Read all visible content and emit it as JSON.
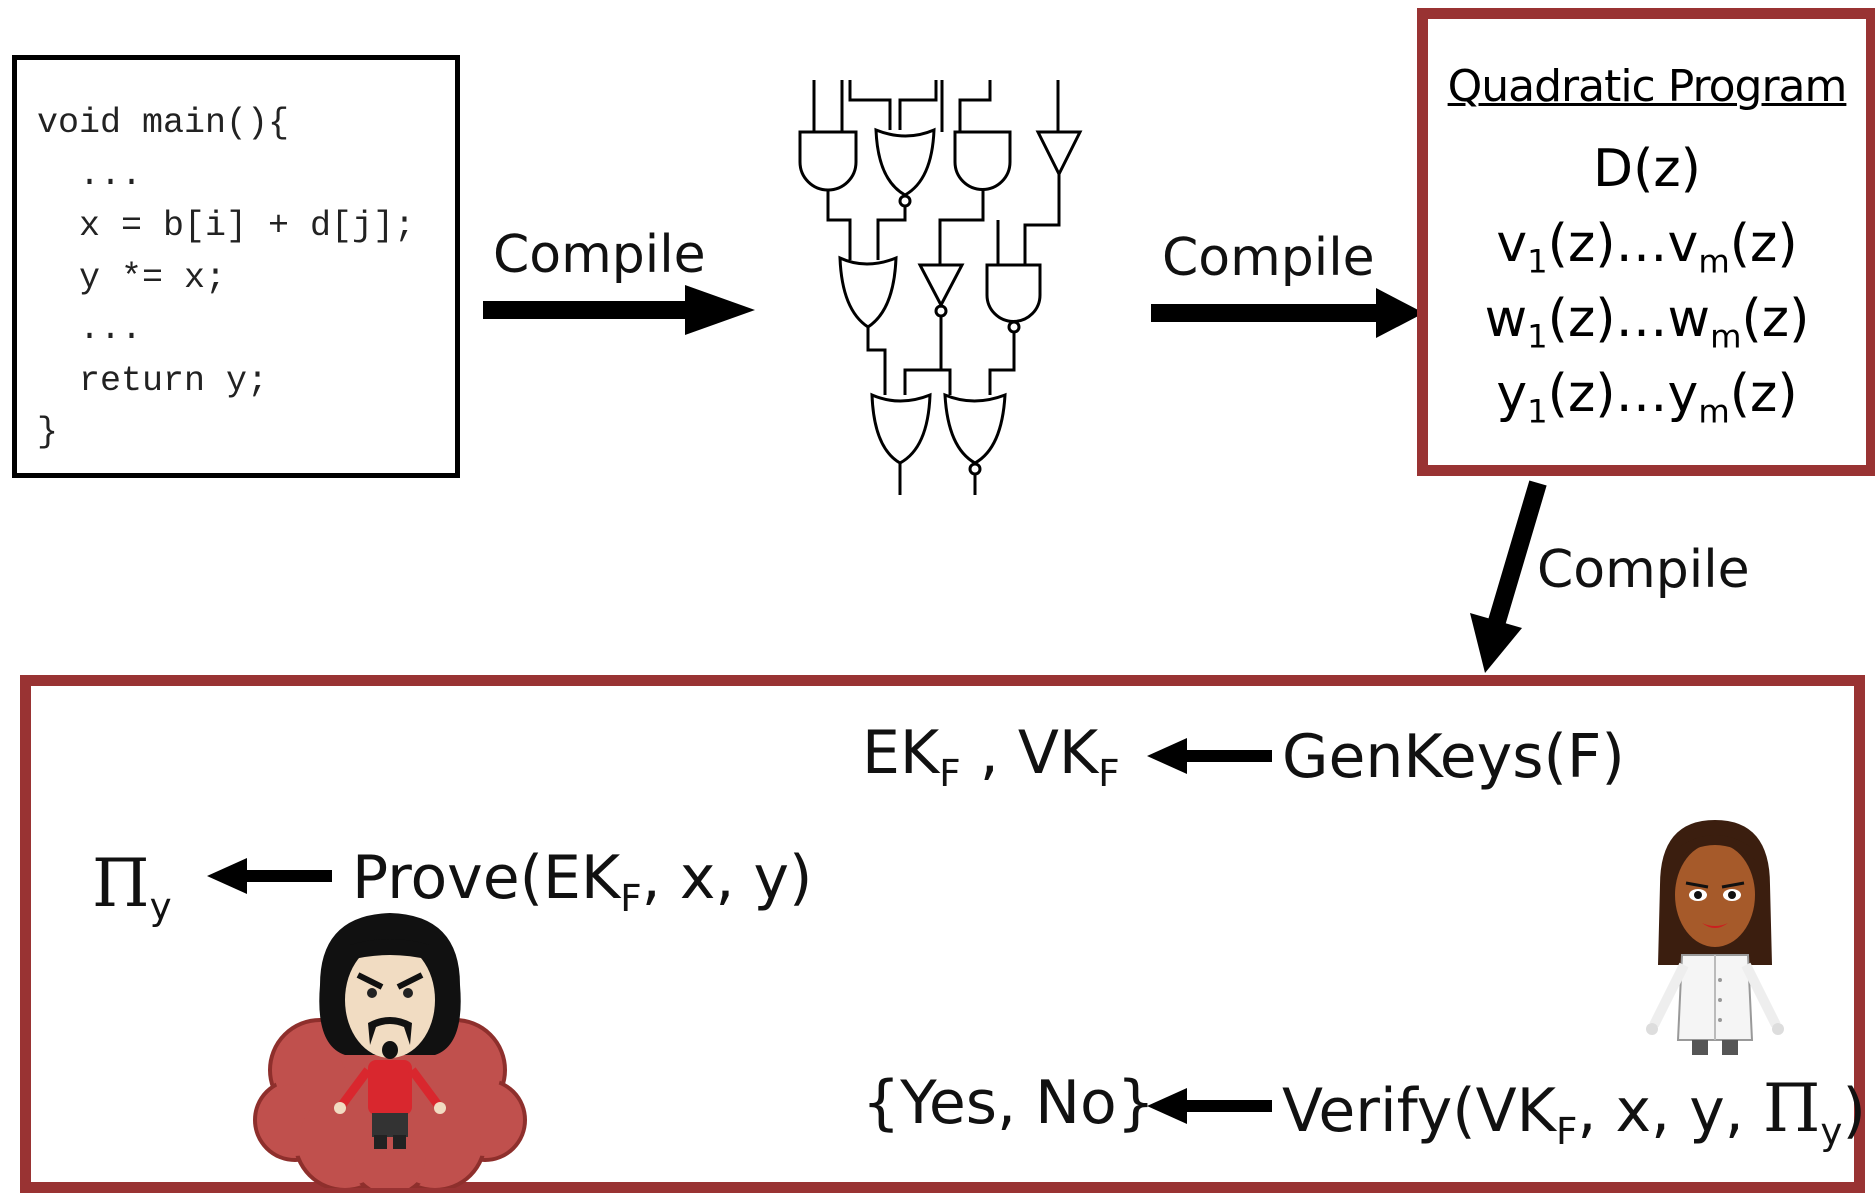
{
  "code": {
    "lines": [
      "void main(){",
      "  ...",
      "  x = b[i] + d[j];",
      "  y *= x;",
      "  ...",
      "  return y;",
      "}"
    ]
  },
  "arrows": {
    "compile_1": "Compile",
    "compile_2": "Compile",
    "compile_3": "Compile"
  },
  "quadratic_program": {
    "title": "Quadratic Program",
    "d": "D(z)",
    "v_lines": {
      "a": "v",
      "a_sub": "1",
      "mid": "(z)…v",
      "b_sub": "m",
      "end": "(z)"
    },
    "w_lines": {
      "a": "w",
      "a_sub": "1",
      "mid": "(z)…w",
      "b_sub": "m",
      "end": "(z)"
    },
    "y_lines": {
      "a": "y",
      "a_sub": "1",
      "mid": "(z)…y",
      "b_sub": "m",
      "end": "(z)"
    }
  },
  "protocol": {
    "keys": {
      "ek": "EK",
      "f1": "F",
      "sep": " , VK",
      "f2": "F"
    },
    "genkeys": "GenKeys(F)",
    "pi": {
      "sym": "Π",
      "sub": "y"
    },
    "prove": {
      "pre": "Prove(EK",
      "sub": "F",
      "post": ", x, y)"
    },
    "result": "{Yes, No}",
    "verify": {
      "pre": "Verify(VK",
      "sub": "F",
      "mid": ", x, y, ",
      "pi": "Π",
      "pi_sub": "y",
      "end": ")"
    }
  },
  "colors": {
    "frame": "#993333",
    "cloud": "#c0504d",
    "ink": "#000000"
  }
}
